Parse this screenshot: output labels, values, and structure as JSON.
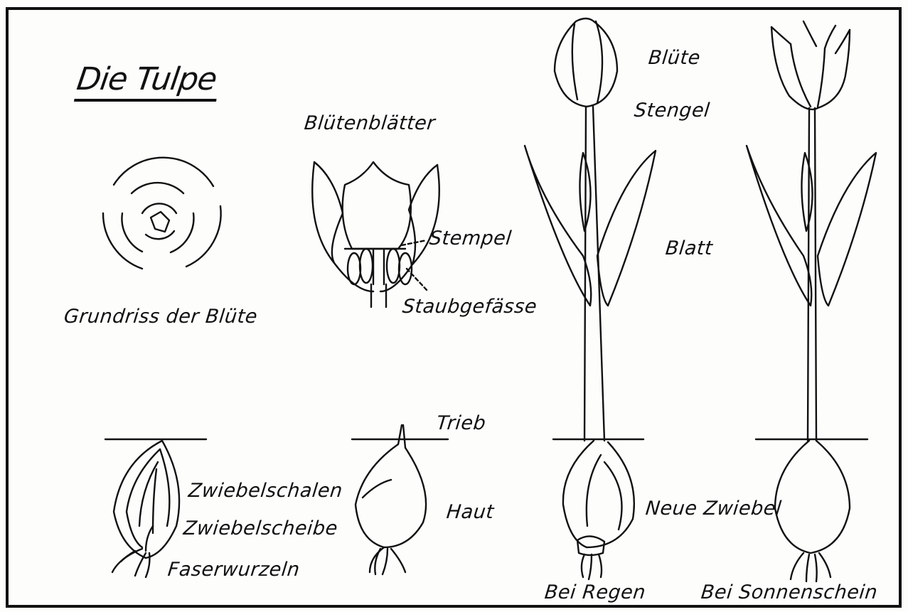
{
  "diagram": {
    "title": "Die Tulpe",
    "labels": {
      "grundriss": "Grundriss der Blüte",
      "bluetenblaetter": "Blütenblätter",
      "stempel": "Stempel",
      "staubgefaesse": "Staubgefässe",
      "bluete": "Blüte",
      "stengel": "Stengel",
      "blatt": "Blatt",
      "trieb": "Trieb",
      "haut": "Haut",
      "zwiebelschalen": "Zwiebelschalen",
      "zwiebelscheibe": "Zwiebelscheibe",
      "faserwurzeln": "Faserwurzeln",
      "neue_zwiebel": "Neue Zwiebel",
      "bei_regen": "Bei Regen",
      "bei_sonnenschein": "Bei Sonnenschein"
    }
  }
}
